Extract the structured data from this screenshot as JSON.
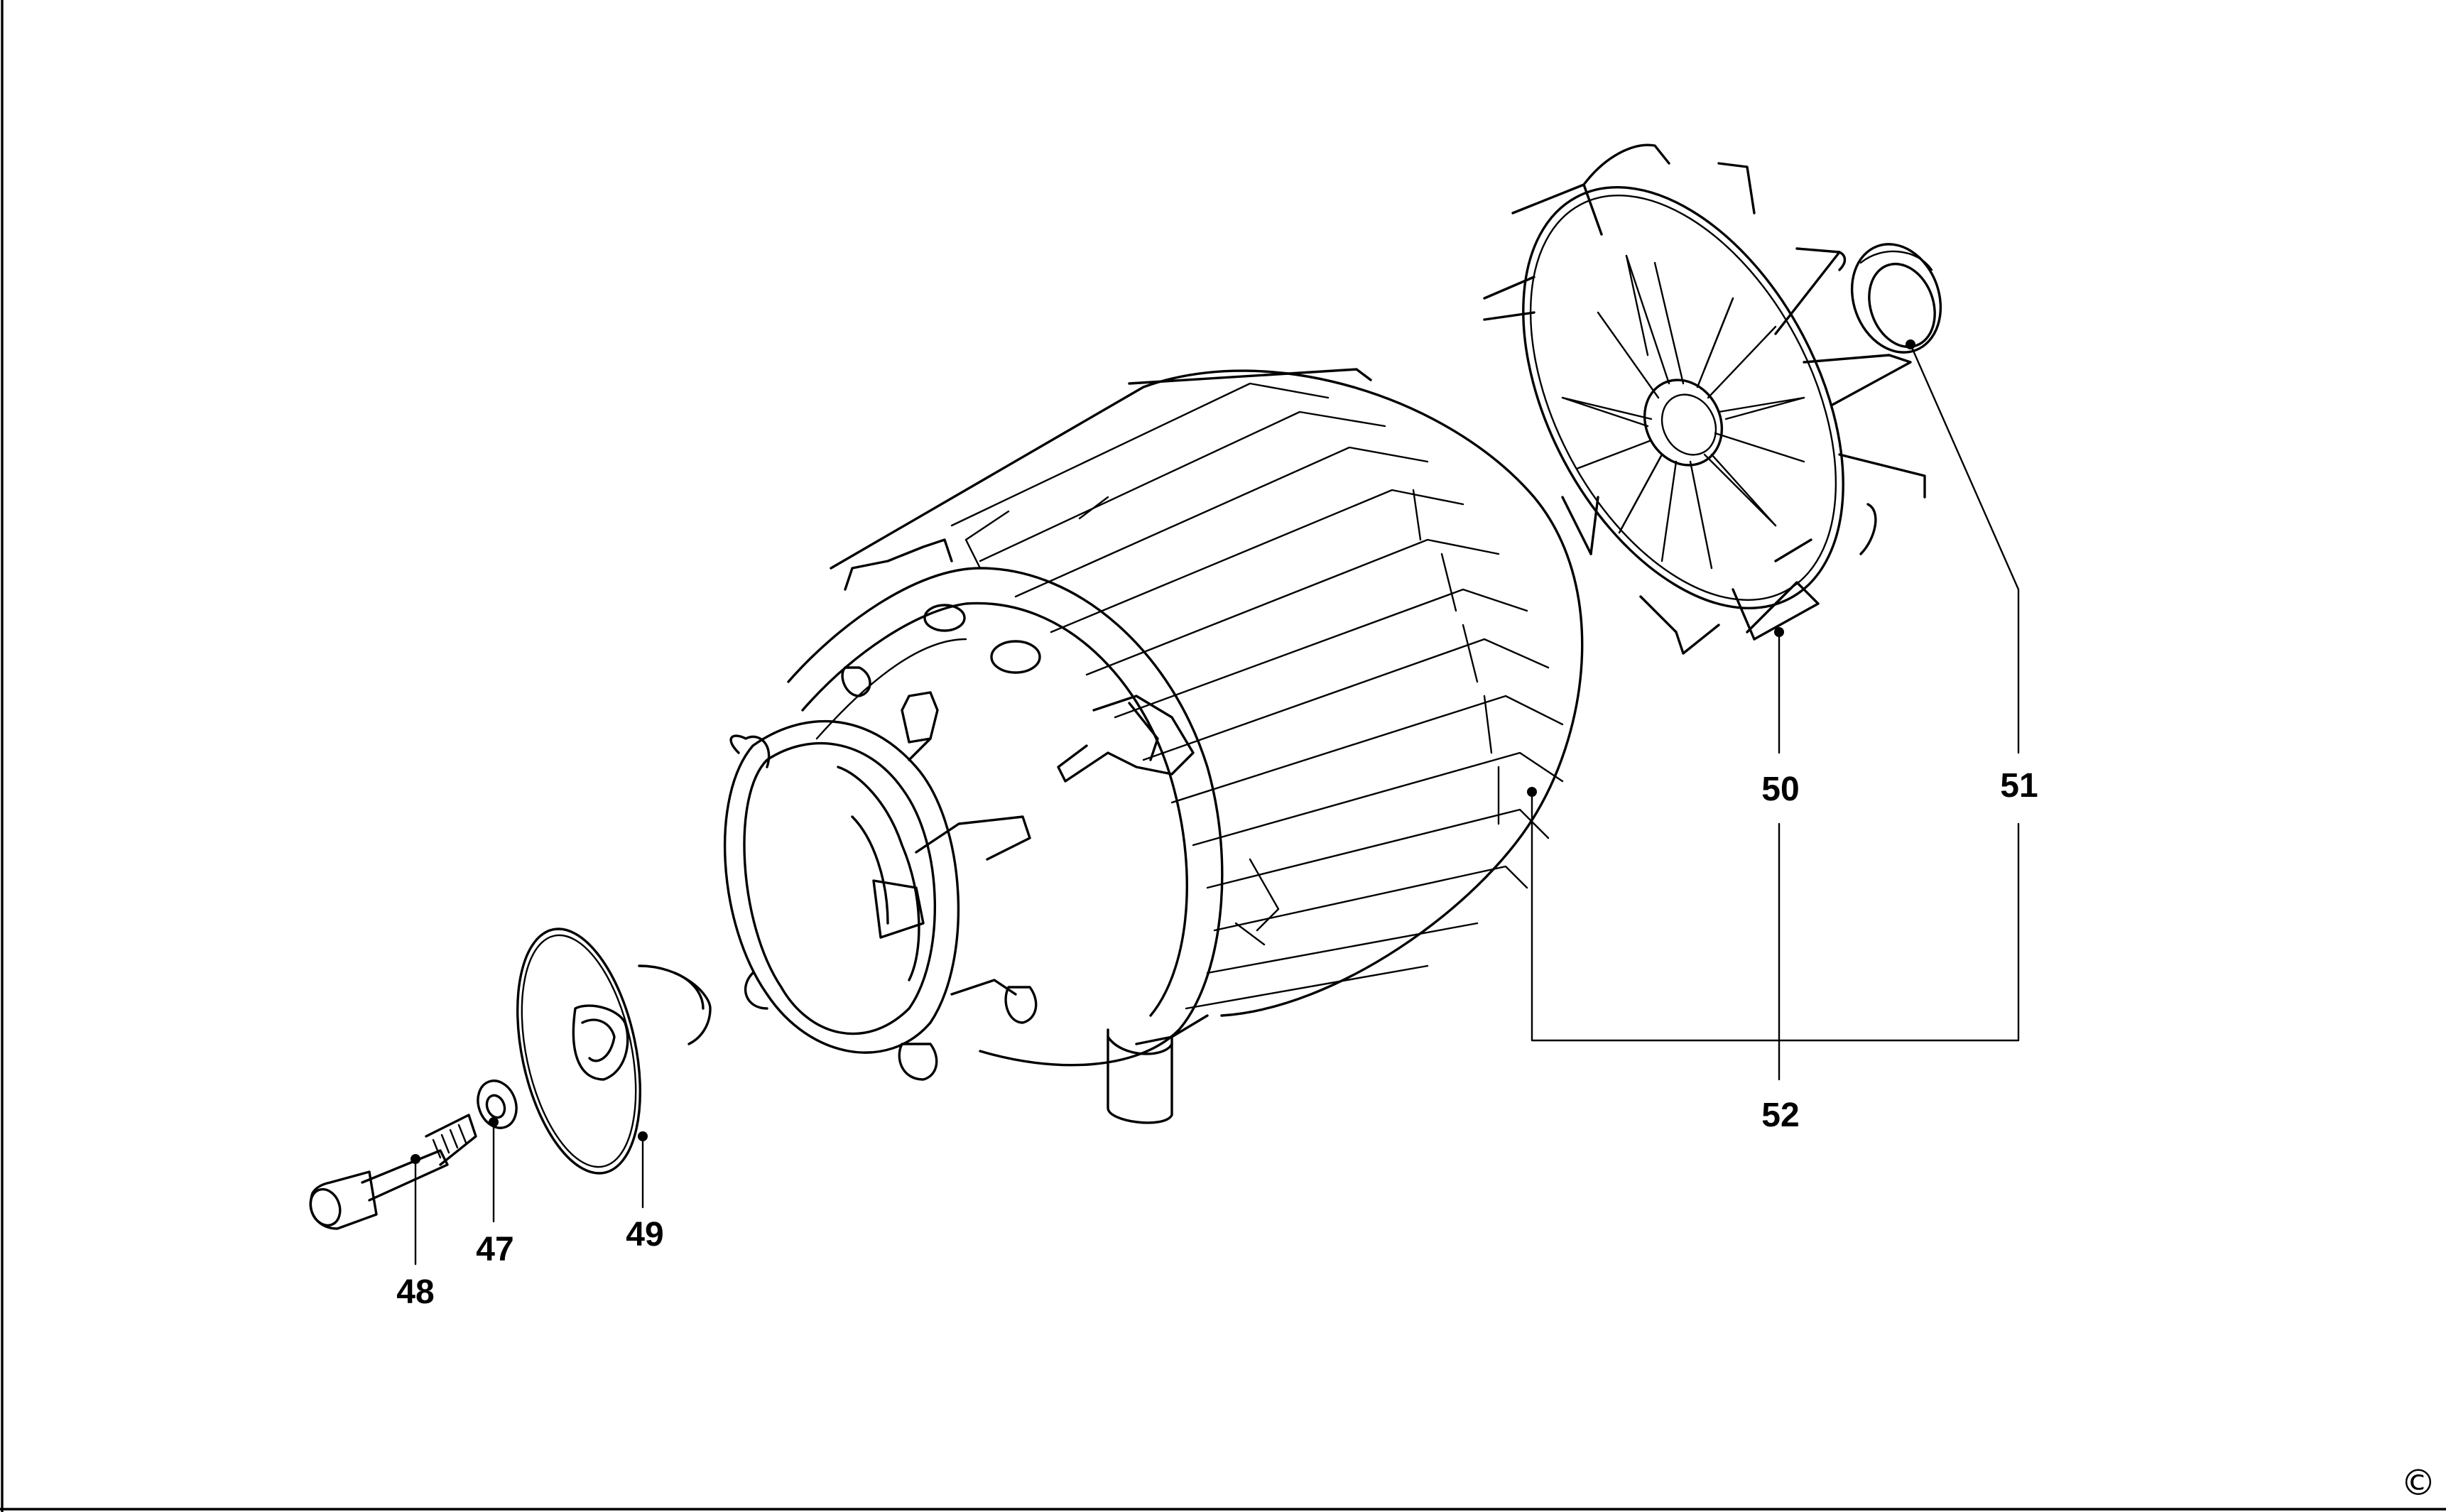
{
  "labels": {
    "p47": "47",
    "p48": "48",
    "p49": "49",
    "p50": "50",
    "p51": "51",
    "p52": "52"
  },
  "copyright": "©"
}
